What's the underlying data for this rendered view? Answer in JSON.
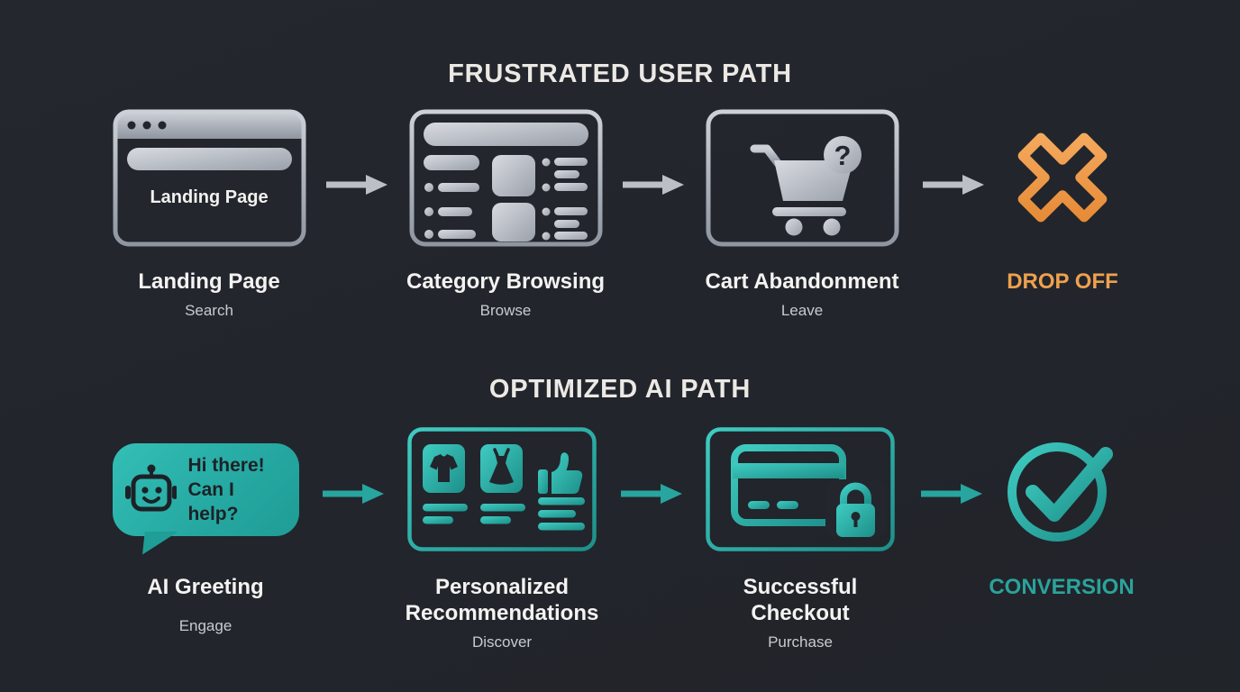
{
  "colors": {
    "background": "#23262d",
    "gray_icon_light": "#cdd1d7",
    "gray_icon_dark": "#8f96a0",
    "gray_arrow": "#bcc0c6",
    "teal": "#2ab3ab",
    "teal_arrow": "#27a59e",
    "orange": "#f09a4e",
    "title_text": "#ece9e4",
    "step_title_text": "#f4f3f1",
    "step_sub_text": "#c8cbce",
    "bubble_text_dark": "#1d2127"
  },
  "sections": [
    {
      "title": "FRUSTRATED USER PATH",
      "steps": [
        {
          "icon": "browser-window-icon",
          "icon_label": "Landing Page",
          "title": "Landing Page",
          "subtitle": "Search"
        },
        {
          "icon": "category-grid-icon",
          "title": "Category Browsing",
          "subtitle": "Browse"
        },
        {
          "icon": "cart-question-icon",
          "badge": "?",
          "title": "Cart Abandonment",
          "subtitle": "Leave"
        }
      ],
      "outcome": {
        "icon": "drop-off-x-icon",
        "label": "DROP OFF"
      }
    },
    {
      "title": "OPTIMIZED AI PATH",
      "steps": [
        {
          "icon": "chat-bubble-robot-icon",
          "bubble_lines": [
            "Hi there!",
            "Can I help?"
          ],
          "title": "AI Greeting",
          "subtitle": "Engage"
        },
        {
          "icon": "recommendations-icon",
          "title": "Personalized Recommendations",
          "subtitle": "Discover"
        },
        {
          "icon": "checkout-card-lock-icon",
          "title": "Successful Checkout",
          "subtitle": "Purchase"
        }
      ],
      "outcome": {
        "icon": "conversion-check-icon",
        "label": "CONVERSION"
      }
    }
  ]
}
